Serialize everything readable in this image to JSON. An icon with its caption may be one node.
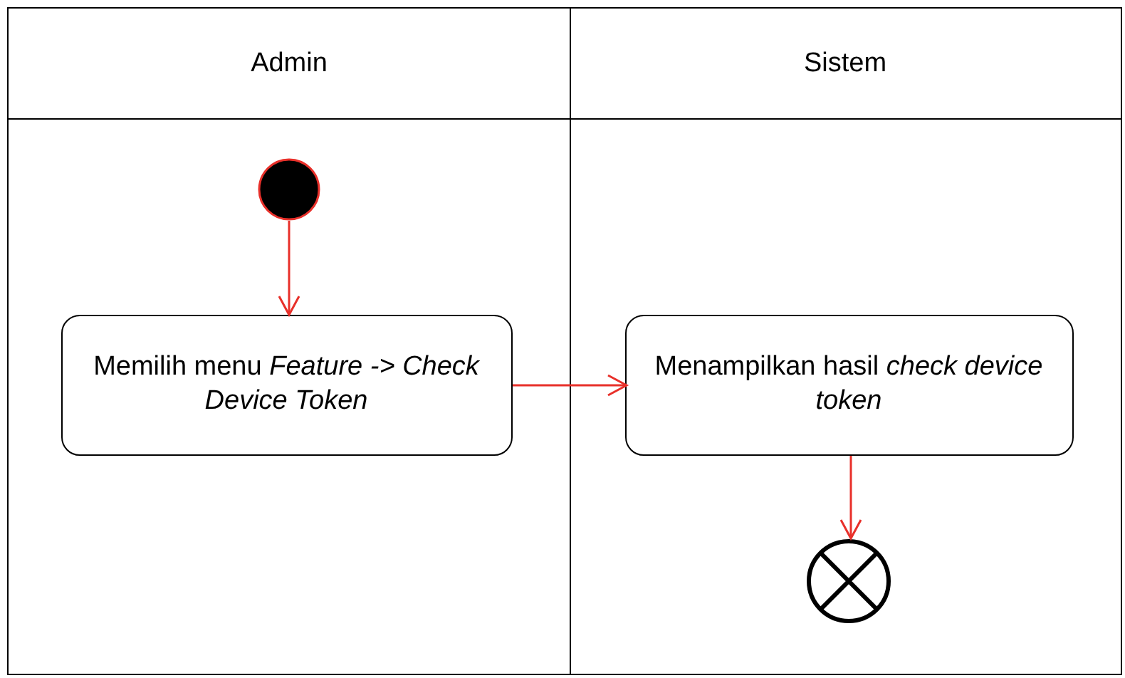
{
  "diagram": {
    "nodes": [
      {
        "text": [
          "Admin"
        ]
      },
      {
        "text": [
          "Sistem"
        ]
      },
      {
        "text": [],
        "shape": "circle",
        "in": 0
      },
      {
        "text": [
          "Memilih menu *Feature -> Check Device Token*"
        ],
        "in": 0
      },
      {
        "text": [
          "Menampilkan hasil *check device token*"
        ],
        "in": 1
      },
      {
        "text": [],
        "shape": "circle",
        "in": 1
      }
    ],
    "edges": [
      {
        "from": 2,
        "to": 3,
        "arrow": "to"
      },
      {
        "from": 3,
        "to": 4,
        "arrow": "to"
      },
      {
        "from": 4,
        "to": 5,
        "arrow": "to"
      }
    ]
  }
}
